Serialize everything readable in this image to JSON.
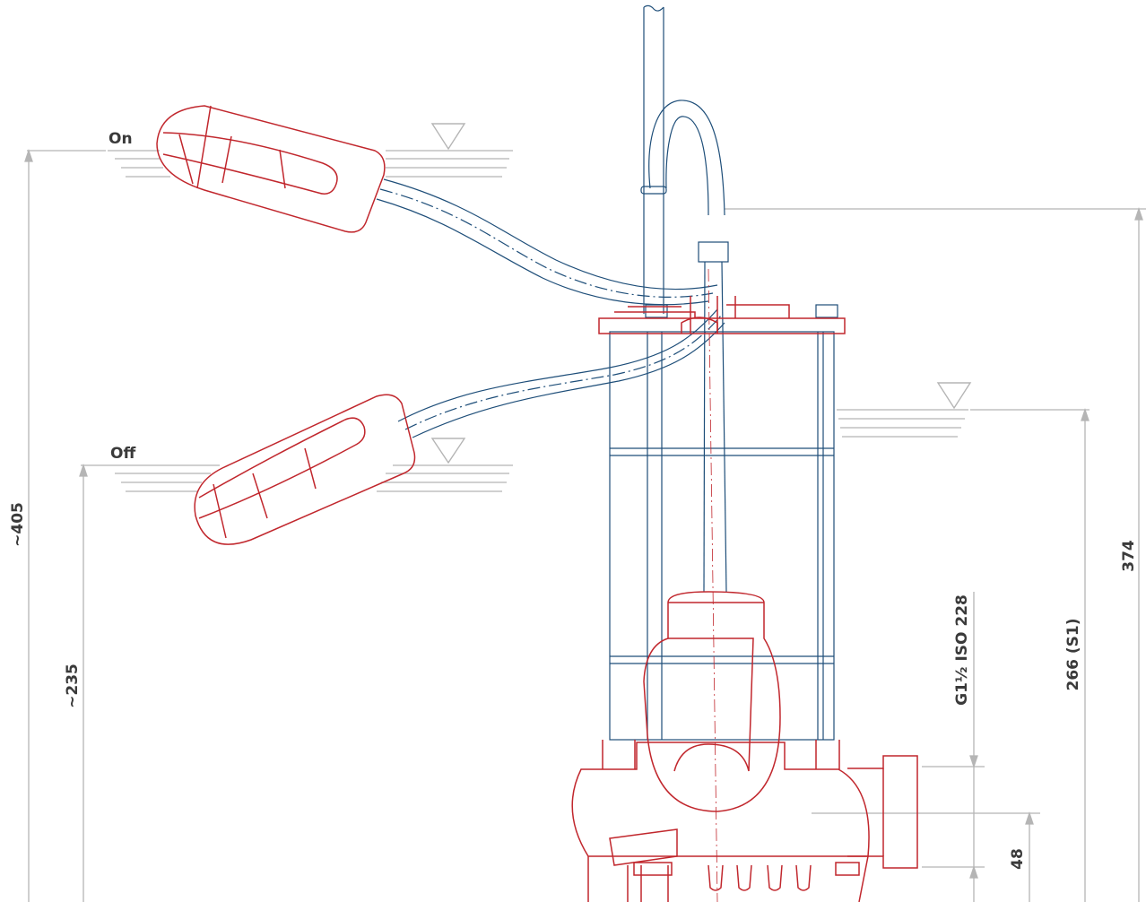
{
  "labels": {
    "on": "On",
    "off": "Off",
    "overall_height": "~405",
    "off_height": "~235",
    "outlet_thread": "G1½ ISO 228",
    "outlet_centre": "48",
    "water_level": "266 (S1)",
    "pump_height": "374"
  },
  "colors": {
    "pump_body": "#c1272d",
    "cable_hose": "#1e4e79",
    "dimension": "#b5b5b5",
    "text": "#3a3a3a"
  },
  "icons": [
    "water-level-triangle-icon"
  ]
}
